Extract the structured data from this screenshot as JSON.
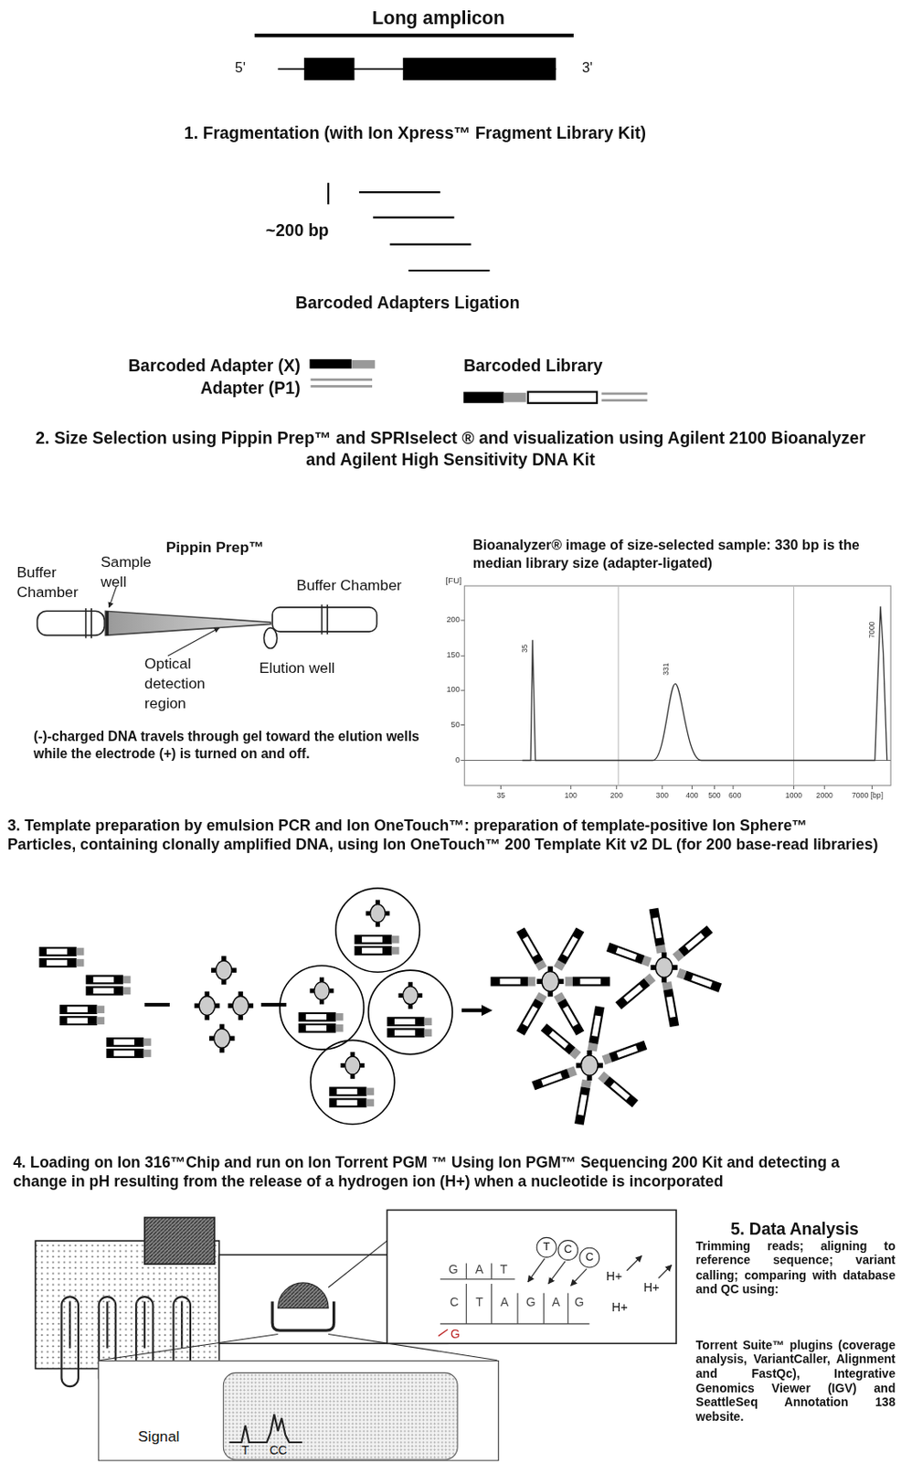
{
  "diagram": {
    "nodes": [
      {
        "text": [
          "T"
        ]
      },
      {
        "text": [
          "C"
        ]
      },
      {
        "text": [
          "C"
        ]
      },
      {
        "text": [
          "Signal"
        ]
      },
      {
        "text": [
          "T",
          "CC"
        ],
        "in": 3
      }
    ],
    "labels": [
      "Long amplicon",
      "5'",
      "3'",
      "1. Fragmentation (with Ion Xpress™ Fragment Library Kit)",
      "~200 bp",
      "Barcoded Adapters Ligation",
      "Barcoded Adapter (X)",
      "Adapter (P1)",
      "Barcoded Library",
      "2. Size Selection using Pippin Prep™ and SPRIselect ® and visualization using Agilent 2100 Bioanalyzer and Agilent High Sensitivity DNA Kit",
      "Pippin Prep™",
      "Buffer Chamber",
      "Sample well",
      "Buffer Chamber",
      "Optical detection region",
      "Elution well",
      "(-)-charged DNA travels through gel toward the elution wells while the electrode (+) is turned on and off.",
      "Bioanalyzer® image of size-selected sample: 330 bp is the median library size (adapter-ligated)",
      "[FU]",
      "200",
      "150",
      "100",
      "50",
      "0",
      "35",
      "100",
      "200",
      "300",
      "400",
      "500",
      "600",
      "1000",
      "2000",
      "7000 [bp]",
      "35",
      "331",
      "7000",
      "3. Template preparation by emulsion PCR and Ion OneTouch™: preparation of template-positive Ion Sphere™ Particles, containing clonally amplified DNA, using Ion OneTouch™ 200 Template Kit v2 DL (for 200 base-read libraries)",
      "4. Loading on Ion 316™Chip and run on Ion Torrent PGM ™ Using Ion PGM™ Sequencing 200 Kit and detecting a change in pH resulting from the release of a hydrogen ion (H+) when a nucleotide is incorporated",
      "G",
      "A",
      "T",
      "C",
      "T",
      "A",
      "G",
      "A",
      "G",
      "G",
      "H+",
      "H+",
      "H+",
      "5. Data Analysis",
      "Trimming reads; aligning to reference sequence; variant calling; comparing with database and QC using:",
      "Torrent Suite™ plugins (coverage analysis, VariantCaller, Alignment and FastQc), Integrative Genomics Viewer (IGV) and SeattleSeq Annotation 138 website."
    ]
  }
}
